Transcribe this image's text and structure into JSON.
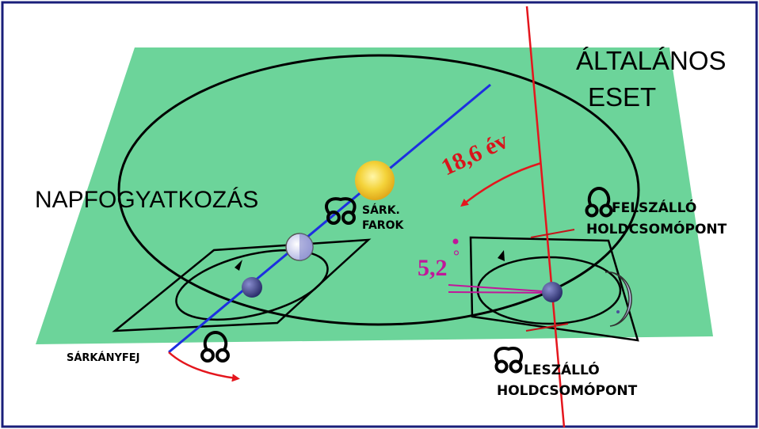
{
  "labels": {
    "case_line1": "ÁLTALÁNOS",
    "case_line2": "ESET",
    "eclipse": "NAPFOGYATKOZÁS",
    "period": "18,6 év",
    "inclination": "5,2",
    "degree_mark": "°",
    "tail_line1": "SÁRK.",
    "tail_line2": "FAROK",
    "ascending_line1": "FELSZÁLLÓ",
    "ascending_line2": "HOLDCSOMÓPONT",
    "descending_line1": "LESZÁLLÓ",
    "descending_line2": "HOLDCSOMÓPONT",
    "head": "SÁRKÁNYFEJ"
  },
  "colors": {
    "frame": "#1a1f7a",
    "plane": "#6cd49a",
    "blue_axis": "#1d2fe0",
    "red": "#e4161d",
    "magenta": "#c1169a",
    "earth": "#3a3d82",
    "sun": "#f2cf2e",
    "moon": "#c9cdf0"
  },
  "icons": {
    "node_ascending": "ascending-node-symbol",
    "node_descending": "descending-node-symbol"
  }
}
